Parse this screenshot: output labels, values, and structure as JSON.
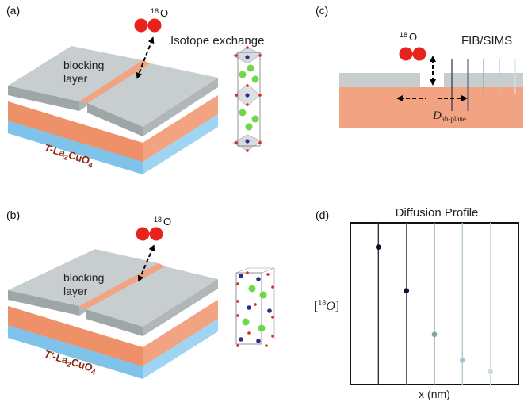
{
  "panels": {
    "a": {
      "label": "(a)",
      "blocking_line1": "blocking",
      "blocking_line2": "layer",
      "material_prefix": "T-",
      "material_formula_1": "La",
      "material_sub_1": "2",
      "material_formula_2": "CuO",
      "material_sub_2": "4",
      "isotope_sup": "18",
      "isotope_symbol": "O",
      "process_label": "Isotope exchange"
    },
    "b": {
      "label": "(b)",
      "blocking_line1": "blocking",
      "blocking_line2": "layer",
      "material_prefix": "T'-",
      "material_formula_1": "La",
      "material_sub_1": "2",
      "material_formula_2": "CuO",
      "material_sub_2": "4",
      "isotope_sup": "18",
      "isotope_symbol": "O"
    },
    "c": {
      "label": "(c)",
      "isotope_sup": "18",
      "isotope_symbol": "O",
      "technique_label": "FIB/SIMS",
      "diffusion_symbol": "D",
      "diffusion_sub": "ab-plane"
    },
    "d": {
      "label": "(d)",
      "title": "Diffusion Profile",
      "ylabel_open": "[",
      "ylabel_sup": "18",
      "ylabel_symbol": "O",
      "ylabel_close": "]",
      "xlabel": "x (nm)"
    }
  },
  "colors": {
    "oxygen": "#e8231e",
    "blocking_layer": "#c4cacc",
    "film": "#f2a381",
    "substrate": "#9fd4f2",
    "lanthanum": "#6fd84a",
    "copper": "#2b2f8a"
  },
  "chart_data": {
    "type": "scatter",
    "title": "Diffusion Profile",
    "xlabel": "x (nm)",
    "ylabel": "[18O]",
    "x": [
      1,
      2,
      3,
      4,
      5
    ],
    "y": [
      0.85,
      0.58,
      0.31,
      0.15,
      0.08
    ],
    "point_colors": [
      "#0c0c28",
      "#101438",
      "#80a8a0",
      "#a8c4ca",
      "#c8dce2"
    ],
    "line_colors": [
      "#2a3540",
      "#566a76",
      "#8ea4ae",
      "#b6c8ce",
      "#d4e0e4"
    ],
    "xlim": [
      0,
      6
    ],
    "ylim": [
      0,
      1
    ],
    "grid": false
  }
}
